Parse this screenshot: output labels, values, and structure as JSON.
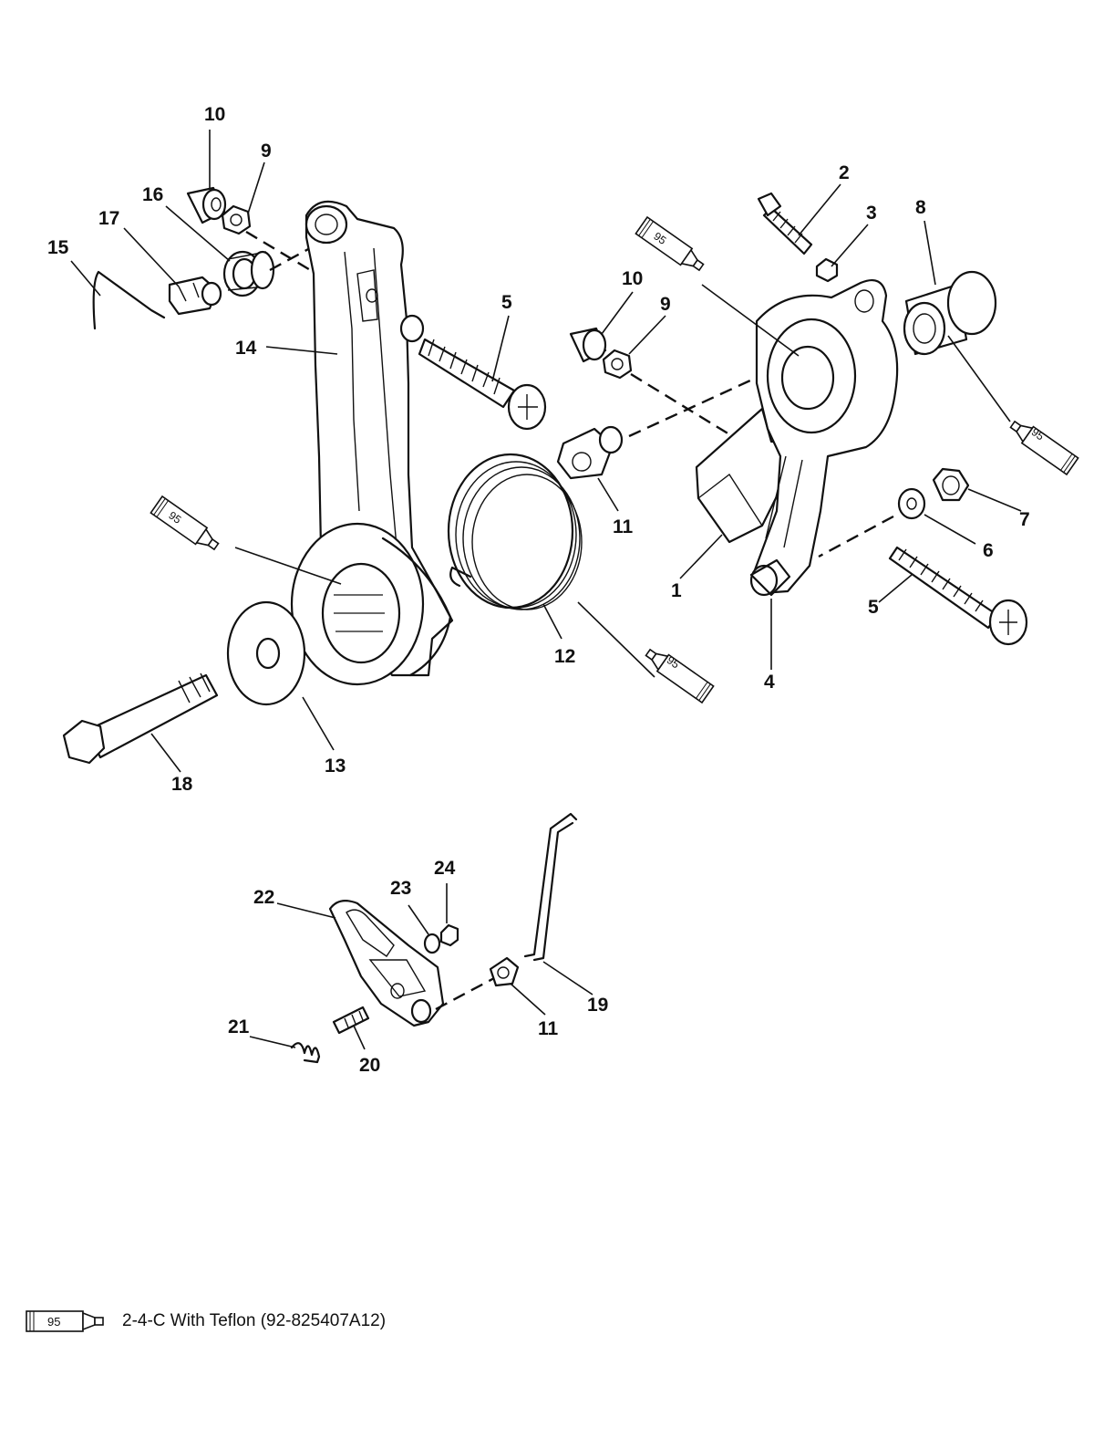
{
  "callouts": [
    {
      "id": "c10a",
      "text": "10"
    },
    {
      "id": "c9a",
      "text": "9"
    },
    {
      "id": "c16",
      "text": "16"
    },
    {
      "id": "c17",
      "text": "17"
    },
    {
      "id": "c15",
      "text": "15"
    },
    {
      "id": "c14",
      "text": "14"
    },
    {
      "id": "c5a",
      "text": "5"
    },
    {
      "id": "c2",
      "text": "2"
    },
    {
      "id": "c3",
      "text": "3"
    },
    {
      "id": "c8",
      "text": "8"
    },
    {
      "id": "c10b",
      "text": "10"
    },
    {
      "id": "c9b",
      "text": "9"
    },
    {
      "id": "c11a",
      "text": "11"
    },
    {
      "id": "c7",
      "text": "7"
    },
    {
      "id": "c6",
      "text": "6"
    },
    {
      "id": "c1",
      "text": "1"
    },
    {
      "id": "c5b",
      "text": "5"
    },
    {
      "id": "c4",
      "text": "4"
    },
    {
      "id": "c12",
      "text": "12"
    },
    {
      "id": "c13",
      "text": "13"
    },
    {
      "id": "c18",
      "text": "18"
    },
    {
      "id": "c24",
      "text": "24"
    },
    {
      "id": "c23",
      "text": "23"
    },
    {
      "id": "c22",
      "text": "22"
    },
    {
      "id": "c19",
      "text": "19"
    },
    {
      "id": "c11b",
      "text": "11"
    },
    {
      "id": "c21",
      "text": "21"
    },
    {
      "id": "c20",
      "text": "20"
    }
  ],
  "lubricant_tubes": [
    {
      "id": "t1",
      "text": "95"
    },
    {
      "id": "t2",
      "text": "95"
    },
    {
      "id": "t3",
      "text": "95"
    },
    {
      "id": "t4",
      "text": "95"
    }
  ],
  "legend": {
    "tube_number": "95",
    "text": "2-4-C  With Teflon (92-825407A12)"
  }
}
